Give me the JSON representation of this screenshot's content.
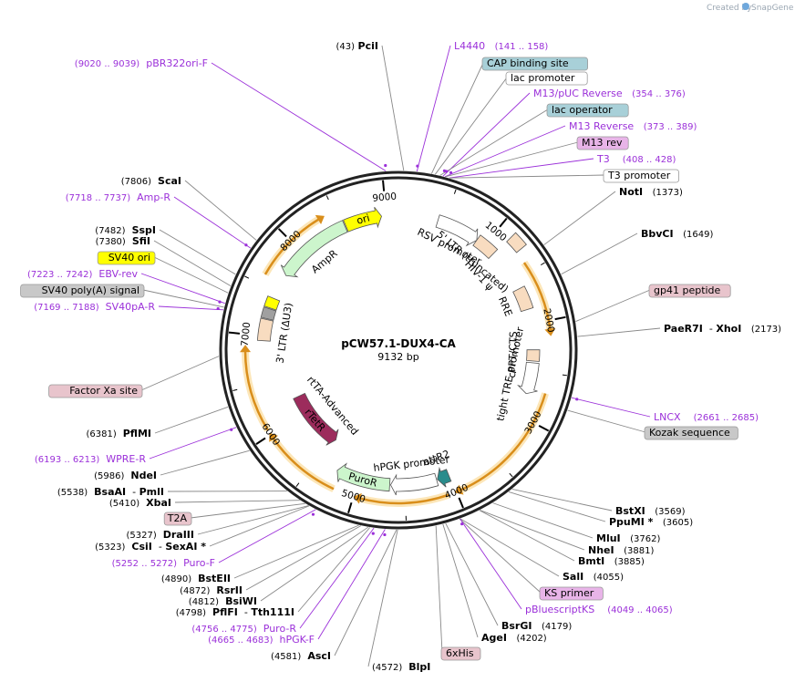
{
  "credit": "Created by",
  "brand": "SnapGene",
  "plasmid": {
    "name": "pCW57.1-DUX4-CA",
    "size": "9132 bp",
    "length": 9132
  },
  "ticks": [
    {
      "label": "1000",
      "pos": 1000
    },
    {
      "label": "2000",
      "pos": 2000
    },
    {
      "label": "3000",
      "pos": 3000
    },
    {
      "label": "4000",
      "pos": 4000
    },
    {
      "label": "5000",
      "pos": 5000
    },
    {
      "label": "6000",
      "pos": 6000
    },
    {
      "label": "7000",
      "pos": 7000
    },
    {
      "label": "8000",
      "pos": 8000
    },
    {
      "label": "9000",
      "pos": 9000
    }
  ],
  "labels": [
    {
      "id": "pcii",
      "type": "site",
      "pos": 43,
      "parts": [
        {
          "t": "(43)",
          "c": "coord"
        },
        {
          "t": " "
        },
        {
          "t": "PciI",
          "c": "site"
        }
      ]
    },
    {
      "id": "pbr322",
      "type": "primer",
      "pos": 9030,
      "parts": [
        {
          "t": "(9020 .. 9039)",
          "c": "coord purple"
        },
        {
          "t": "  "
        },
        {
          "t": "pBR322ori-F",
          "c": "purple"
        }
      ]
    },
    {
      "id": "l4440",
      "type": "primer",
      "pos": 150,
      "parts": [
        {
          "t": "L4440",
          "c": "purple"
        },
        {
          "t": "   "
        },
        {
          "t": "(141 .. 158)",
          "c": "coord purple"
        }
      ]
    },
    {
      "id": "cap",
      "type": "feature",
      "pos": 270,
      "box": "#a8d0d8",
      "parts": [
        {
          "t": "CAP binding site"
        }
      ]
    },
    {
      "id": "lacp",
      "type": "feature",
      "pos": 300,
      "box": "#ffffff",
      "parts": [
        {
          "t": "lac promoter"
        }
      ]
    },
    {
      "id": "m13puc",
      "type": "primer",
      "pos": 365,
      "parts": [
        {
          "t": "M13/pUC Reverse",
          "c": "purple"
        },
        {
          "t": "   "
        },
        {
          "t": "(354 .. 376)",
          "c": "coord purple"
        }
      ]
    },
    {
      "id": "lacop",
      "type": "feature",
      "pos": 340,
      "box": "#a8d0d8",
      "parts": [
        {
          "t": "lac operator"
        }
      ]
    },
    {
      "id": "m13rev",
      "type": "primer",
      "pos": 381,
      "parts": [
        {
          "t": "M13 Reverse",
          "c": "purple"
        },
        {
          "t": "   "
        },
        {
          "t": "(373 .. 389)",
          "c": "coord purple"
        }
      ]
    },
    {
      "id": "m13revf",
      "type": "feature",
      "pos": 385,
      "box": "#e8b4e8",
      "parts": [
        {
          "t": "M13 rev"
        }
      ]
    },
    {
      "id": "t3",
      "type": "primer",
      "pos": 418,
      "parts": [
        {
          "t": "T3",
          "c": "purple"
        },
        {
          "t": "    "
        },
        {
          "t": "(408 .. 428)",
          "c": "coord purple"
        }
      ]
    },
    {
      "id": "t3p",
      "type": "feature",
      "pos": 420,
      "box": "#ffffff",
      "parts": [
        {
          "t": "T3 promoter"
        }
      ]
    },
    {
      "id": "noti",
      "type": "site",
      "pos": 1373,
      "parts": [
        {
          "t": "NotI",
          "c": "site"
        },
        {
          "t": "   "
        },
        {
          "t": "(1373)",
          "c": "coord"
        }
      ]
    },
    {
      "id": "bbvci",
      "type": "site",
      "pos": 1649,
      "parts": [
        {
          "t": "BbvCI",
          "c": "site"
        },
        {
          "t": "   "
        },
        {
          "t": "(1649)",
          "c": "coord"
        }
      ]
    },
    {
      "id": "gp41",
      "type": "feature",
      "pos": 2050,
      "box": "#e8c4cc",
      "parts": [
        {
          "t": "gp41 peptide"
        }
      ]
    },
    {
      "id": "xhoi",
      "type": "site",
      "pos": 2173,
      "parts": [
        {
          "t": "PaeR7I",
          "c": "site"
        },
        {
          "t": "  - "
        },
        {
          "t": "XhoI",
          "c": "site"
        },
        {
          "t": "   "
        },
        {
          "t": "(2173)",
          "c": "coord"
        }
      ]
    },
    {
      "id": "lncx",
      "type": "primer",
      "pos": 2673,
      "parts": [
        {
          "t": "LNCX",
          "c": "purple"
        },
        {
          "t": "    "
        },
        {
          "t": "(2661 .. 2685)",
          "c": "coord purple"
        }
      ]
    },
    {
      "id": "kozak",
      "type": "feature",
      "pos": 2780,
      "box": "#c8c8c8",
      "parts": [
        {
          "t": "Kozak sequence"
        }
      ]
    },
    {
      "id": "bstxi",
      "type": "site",
      "pos": 3569,
      "parts": [
        {
          "t": "BstXI",
          "c": "site"
        },
        {
          "t": "   "
        },
        {
          "t": "(3569)",
          "c": "coord"
        }
      ]
    },
    {
      "id": "ppumi",
      "type": "site",
      "pos": 3605,
      "parts": [
        {
          "t": "PpuMI *",
          "c": "site"
        },
        {
          "t": "   "
        },
        {
          "t": "(3605)",
          "c": "coord"
        }
      ]
    },
    {
      "id": "mlui",
      "type": "site",
      "pos": 3762,
      "parts": [
        {
          "t": "MluI",
          "c": "site"
        },
        {
          "t": "   "
        },
        {
          "t": "(3762)",
          "c": "coord"
        }
      ]
    },
    {
      "id": "nhei",
      "type": "site",
      "pos": 3881,
      "parts": [
        {
          "t": "NheI",
          "c": "site"
        },
        {
          "t": "   "
        },
        {
          "t": "(3881)",
          "c": "coord"
        }
      ]
    },
    {
      "id": "bmti",
      "type": "site",
      "pos": 3885,
      "parts": [
        {
          "t": "BmtI",
          "c": "site"
        },
        {
          "t": "   "
        },
        {
          "t": "(3885)",
          "c": "coord"
        }
      ]
    },
    {
      "id": "sali",
      "type": "site",
      "pos": 4055,
      "parts": [
        {
          "t": "SalI",
          "c": "site"
        },
        {
          "t": "   "
        },
        {
          "t": "(4055)",
          "c": "coord"
        }
      ]
    },
    {
      "id": "ksprimer",
      "type": "feature",
      "pos": 4060,
      "box": "#e8b4e8",
      "parts": [
        {
          "t": "KS primer"
        }
      ]
    },
    {
      "id": "pblue",
      "type": "primer",
      "pos": 4057,
      "parts": [
        {
          "t": "pBluescriptKS",
          "c": "purple"
        },
        {
          "t": "    "
        },
        {
          "t": "(4049 .. 4065)",
          "c": "coord purple"
        }
      ]
    },
    {
      "id": "bsrgi",
      "type": "site",
      "pos": 4179,
      "parts": [
        {
          "t": "BsrGI",
          "c": "site"
        },
        {
          "t": "   "
        },
        {
          "t": "(4179)",
          "c": "coord"
        }
      ]
    },
    {
      "id": "agei",
      "type": "site",
      "pos": 4202,
      "parts": [
        {
          "t": "AgeI",
          "c": "site"
        },
        {
          "t": "   "
        },
        {
          "t": "(4202)",
          "c": "coord"
        }
      ]
    },
    {
      "id": "his",
      "type": "feature",
      "pos": 4260,
      "box": "#e8c4cc",
      "parts": [
        {
          "t": "6xHis"
        }
      ]
    },
    {
      "id": "blpi",
      "type": "site",
      "pos": 4572,
      "parts": [
        {
          "t": "(4572)",
          "c": "coord"
        },
        {
          "t": "  "
        },
        {
          "t": "BlpI",
          "c": "site"
        }
      ]
    },
    {
      "id": "asci",
      "type": "site",
      "pos": 4581,
      "parts": [
        {
          "t": "(4581)",
          "c": "coord"
        },
        {
          "t": "  "
        },
        {
          "t": "AscI",
          "c": "site"
        }
      ]
    },
    {
      "id": "hpgkf",
      "type": "primer",
      "pos": 4674,
      "parts": [
        {
          "t": "(4665 .. 4683)",
          "c": "coord purple"
        },
        {
          "t": "  "
        },
        {
          "t": "hPGK-F",
          "c": "purple"
        }
      ]
    },
    {
      "id": "puror",
      "type": "primer",
      "pos": 4765,
      "parts": [
        {
          "t": "(4756 .. 4775)",
          "c": "coord purple"
        },
        {
          "t": "  "
        },
        {
          "t": "Puro-R",
          "c": "purple"
        }
      ]
    },
    {
      "id": "tth",
      "type": "site",
      "pos": 4798,
      "parts": [
        {
          "t": "(4798)",
          "c": "coord"
        },
        {
          "t": "  "
        },
        {
          "t": "PflFI",
          "c": "site"
        },
        {
          "t": "  - "
        },
        {
          "t": "Tth111I",
          "c": "site"
        }
      ]
    },
    {
      "id": "bsiwi",
      "type": "site",
      "pos": 4812,
      "parts": [
        {
          "t": "(4812)",
          "c": "coord"
        },
        {
          "t": "  "
        },
        {
          "t": "BsiWI",
          "c": "site"
        }
      ]
    },
    {
      "id": "rsrii",
      "type": "site",
      "pos": 4872,
      "parts": [
        {
          "t": "(4872)",
          "c": "coord"
        },
        {
          "t": "  "
        },
        {
          "t": "RsrII",
          "c": "site"
        }
      ]
    },
    {
      "id": "bsteii",
      "type": "site",
      "pos": 4890,
      "parts": [
        {
          "t": "(4890)",
          "c": "coord"
        },
        {
          "t": "  "
        },
        {
          "t": "BstEII",
          "c": "site"
        }
      ]
    },
    {
      "id": "purof",
      "type": "primer",
      "pos": 5262,
      "parts": [
        {
          "t": "(5252 .. 5272)",
          "c": "coord purple"
        },
        {
          "t": "  "
        },
        {
          "t": "Puro-F",
          "c": "purple"
        }
      ]
    },
    {
      "id": "sexai",
      "type": "site",
      "pos": 5323,
      "parts": [
        {
          "t": "(5323)",
          "c": "coord"
        },
        {
          "t": "  "
        },
        {
          "t": "CsiI",
          "c": "site"
        },
        {
          "t": "  - "
        },
        {
          "t": "SexAI *",
          "c": "site"
        }
      ]
    },
    {
      "id": "draiii",
      "type": "site",
      "pos": 5327,
      "parts": [
        {
          "t": "(5327)",
          "c": "coord"
        },
        {
          "t": "  "
        },
        {
          "t": "DraIII",
          "c": "site"
        }
      ]
    },
    {
      "id": "t2a",
      "type": "feature",
      "pos": 5360,
      "box": "#e8c4cc",
      "parts": [
        {
          "t": "T2A"
        }
      ]
    },
    {
      "id": "xbai",
      "type": "site",
      "pos": 5410,
      "parts": [
        {
          "t": "(5410)",
          "c": "coord"
        },
        {
          "t": "  "
        },
        {
          "t": "XbaI",
          "c": "site"
        }
      ]
    },
    {
      "id": "pmli",
      "type": "site",
      "pos": 5538,
      "parts": [
        {
          "t": "(5538)",
          "c": "coord"
        },
        {
          "t": "  "
        },
        {
          "t": "BsaAI",
          "c": "site"
        },
        {
          "t": "  - "
        },
        {
          "t": "PmlI",
          "c": "site"
        }
      ]
    },
    {
      "id": "ndei",
      "type": "site",
      "pos": 5986,
      "parts": [
        {
          "t": "(5986)",
          "c": "coord"
        },
        {
          "t": "  "
        },
        {
          "t": "NdeI",
          "c": "site"
        }
      ]
    },
    {
      "id": "wpre",
      "type": "primer",
      "pos": 6203,
      "parts": [
        {
          "t": "(6193 .. 6213)",
          "c": "coord purple"
        },
        {
          "t": "  "
        },
        {
          "t": "WPRE-R",
          "c": "purple"
        }
      ]
    },
    {
      "id": "pflmi",
      "type": "site",
      "pos": 6381,
      "parts": [
        {
          "t": "(6381)",
          "c": "coord"
        },
        {
          "t": "  "
        },
        {
          "t": "PflMI",
          "c": "site"
        }
      ]
    },
    {
      "id": "fxa",
      "type": "feature",
      "pos": 6800,
      "box": "#e8c4cc",
      "parts": [
        {
          "t": "Factor Xa site"
        }
      ]
    },
    {
      "id": "sv40par",
      "type": "primer",
      "pos": 7178,
      "parts": [
        {
          "t": "(7169 .. 7188)",
          "c": "coord purple"
        },
        {
          "t": "  "
        },
        {
          "t": "SV40pA-R",
          "c": "purple"
        }
      ]
    },
    {
      "id": "sv40polya",
      "type": "feature",
      "pos": 7200,
      "box": "#c8c8c8",
      "parts": [
        {
          "t": "SV40 poly(A) signal"
        }
      ]
    },
    {
      "id": "ebvrev",
      "type": "primer",
      "pos": 7232,
      "parts": [
        {
          "t": "(7223 .. 7242)",
          "c": "coord purple"
        },
        {
          "t": "  "
        },
        {
          "t": "EBV-rev",
          "c": "purple"
        }
      ]
    },
    {
      "id": "sv40ori",
      "type": "feature",
      "pos": 7320,
      "box": "#ffff00",
      "parts": [
        {
          "t": "SV40 ori"
        }
      ]
    },
    {
      "id": "sfii",
      "type": "site",
      "pos": 7380,
      "parts": [
        {
          "t": "(7380)",
          "c": "coord"
        },
        {
          "t": "  "
        },
        {
          "t": "SfiI",
          "c": "site"
        }
      ]
    },
    {
      "id": "sspi",
      "type": "site",
      "pos": 7482,
      "parts": [
        {
          "t": "(7482)",
          "c": "coord"
        },
        {
          "t": "  "
        },
        {
          "t": "SspI",
          "c": "site"
        }
      ]
    },
    {
      "id": "ampr",
      "type": "primer",
      "pos": 7727,
      "parts": [
        {
          "t": "(7718 .. 7737)",
          "c": "coord purple"
        },
        {
          "t": "  "
        },
        {
          "t": "Amp-R",
          "c": "purple"
        }
      ]
    },
    {
      "id": "scai",
      "type": "site",
      "pos": 7806,
      "parts": [
        {
          "t": "(7806)",
          "c": "coord"
        },
        {
          "t": "  "
        },
        {
          "t": "ScaI",
          "c": "site"
        }
      ]
    }
  ],
  "features": [
    {
      "name": "ori",
      "start": 8550,
      "end": 8950,
      "ring": 148,
      "color": "#ffff00",
      "dir": 1,
      "text": "ori"
    },
    {
      "name": "AmpR",
      "start": 7700,
      "end": 8540,
      "ring": 148,
      "color": "#ccf5cc",
      "dir": -1,
      "text": "AmpR"
    },
    {
      "name": "RSV promoter",
      "start": 430,
      "end": 900,
      "ring": 148,
      "color": "#ffffff",
      "dir": 1,
      "text": "RSV promoter"
    },
    {
      "name": "5' LTR (truncated)",
      "start": 900,
      "end": 1130,
      "ring": 148,
      "color": "#f8dcc0",
      "dir": 0,
      "text": "5' LTR (truncated)"
    },
    {
      "name": "HIV-1 psi",
      "start": 1140,
      "end": 1280,
      "ring": 175,
      "color": "#f8dcc0",
      "dir": 0,
      "text": ""
    },
    {
      "name": "RRE",
      "start": 1600,
      "end": 1840,
      "ring": 148,
      "color": "#f8dcc0",
      "dir": 0,
      "text": "RRE"
    },
    {
      "name": "cPPT/CTS",
      "start": 2280,
      "end": 2400,
      "ring": 148,
      "color": "#f8dcc0",
      "dir": 0,
      "text": "cPPT/CTS"
    },
    {
      "name": "tight TRE promoter",
      "start": 2420,
      "end": 2760,
      "ring": 148,
      "color": "#ffffff",
      "dir": 1,
      "text": "tight TRE promoter"
    },
    {
      "name": "attR2",
      "start": 4010,
      "end": 4140,
      "ring": 148,
      "color": "#2a8c8c",
      "dir": 1,
      "text": "attR2"
    },
    {
      "name": "hPGK promoter",
      "start": 4150,
      "end": 4650,
      "ring": 148,
      "color": "#ffffff",
      "dir": 1,
      "text": "hPGK promoter"
    },
    {
      "name": "PuroR",
      "start": 4660,
      "end": 5250,
      "ring": 148,
      "color": "#ccf5cc",
      "dir": 1,
      "text": "PuroR"
    },
    {
      "name": "rtTA-Advanced",
      "start": 5450,
      "end": 6220,
      "ring": 120,
      "color": "#9c2c5c",
      "dir": -1,
      "text": "rTetR"
    },
    {
      "name": "3' LTR (dU3)",
      "start": 6950,
      "end": 7180,
      "ring": 148,
      "color": "#f8dcc0",
      "dir": 0,
      "text": "3' LTR (ΔU3)"
    },
    {
      "name": "SV40 poly(A) signal",
      "start": 7190,
      "end": 7300,
      "ring": 148,
      "color": "#a0a0a0",
      "dir": 0,
      "text": ""
    },
    {
      "name": "SV40 ori",
      "start": 7310,
      "end": 7420,
      "ring": 148,
      "color": "#ffff00",
      "dir": 0,
      "text": ""
    }
  ],
  "orfs": [
    {
      "start": 1400,
      "end": 2150
    },
    {
      "start": 2700,
      "end": 4020
    },
    {
      "start": 4080,
      "end": 5000
    },
    {
      "start": 5200,
      "end": 6020
    },
    {
      "start": 6050,
      "end": 6900
    },
    {
      "start": 7600,
      "end": 8400
    }
  ],
  "inner_labels": [
    {
      "id": "rtta-label",
      "text": "rtTA-Advanced"
    },
    {
      "id": "hivpsi-label",
      "text": "HIV-1 ψ"
    }
  ]
}
